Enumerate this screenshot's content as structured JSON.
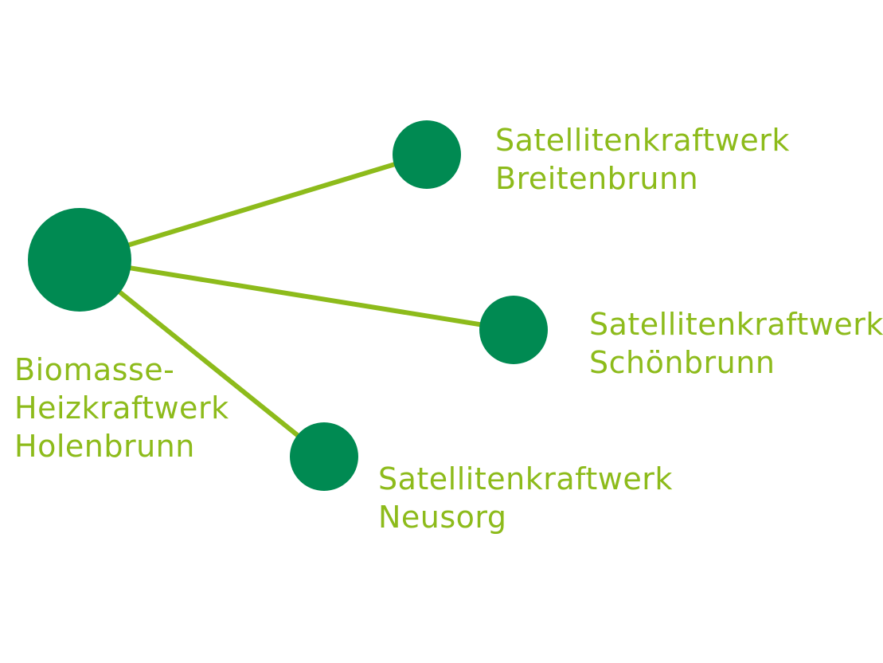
{
  "colors": {
    "node_fill": "#008a52",
    "line": "#8dbb1b",
    "text": "#8dbb1b"
  },
  "main_plant": {
    "lines": [
      "Biomasse-",
      "Heizkraftwerk",
      "Holenbrunn"
    ]
  },
  "satellites": [
    {
      "id": "breitenbrunn",
      "lines": [
        "Satellitenkraftwerk",
        "Breitenbrunn"
      ]
    },
    {
      "id": "schoenbrunn",
      "lines": [
        "Satellitenkraftwerk",
        "Schönbrunn"
      ]
    },
    {
      "id": "neusorg",
      "lines": [
        "Satellitenkraftwerk",
        "Neusorg"
      ]
    }
  ]
}
